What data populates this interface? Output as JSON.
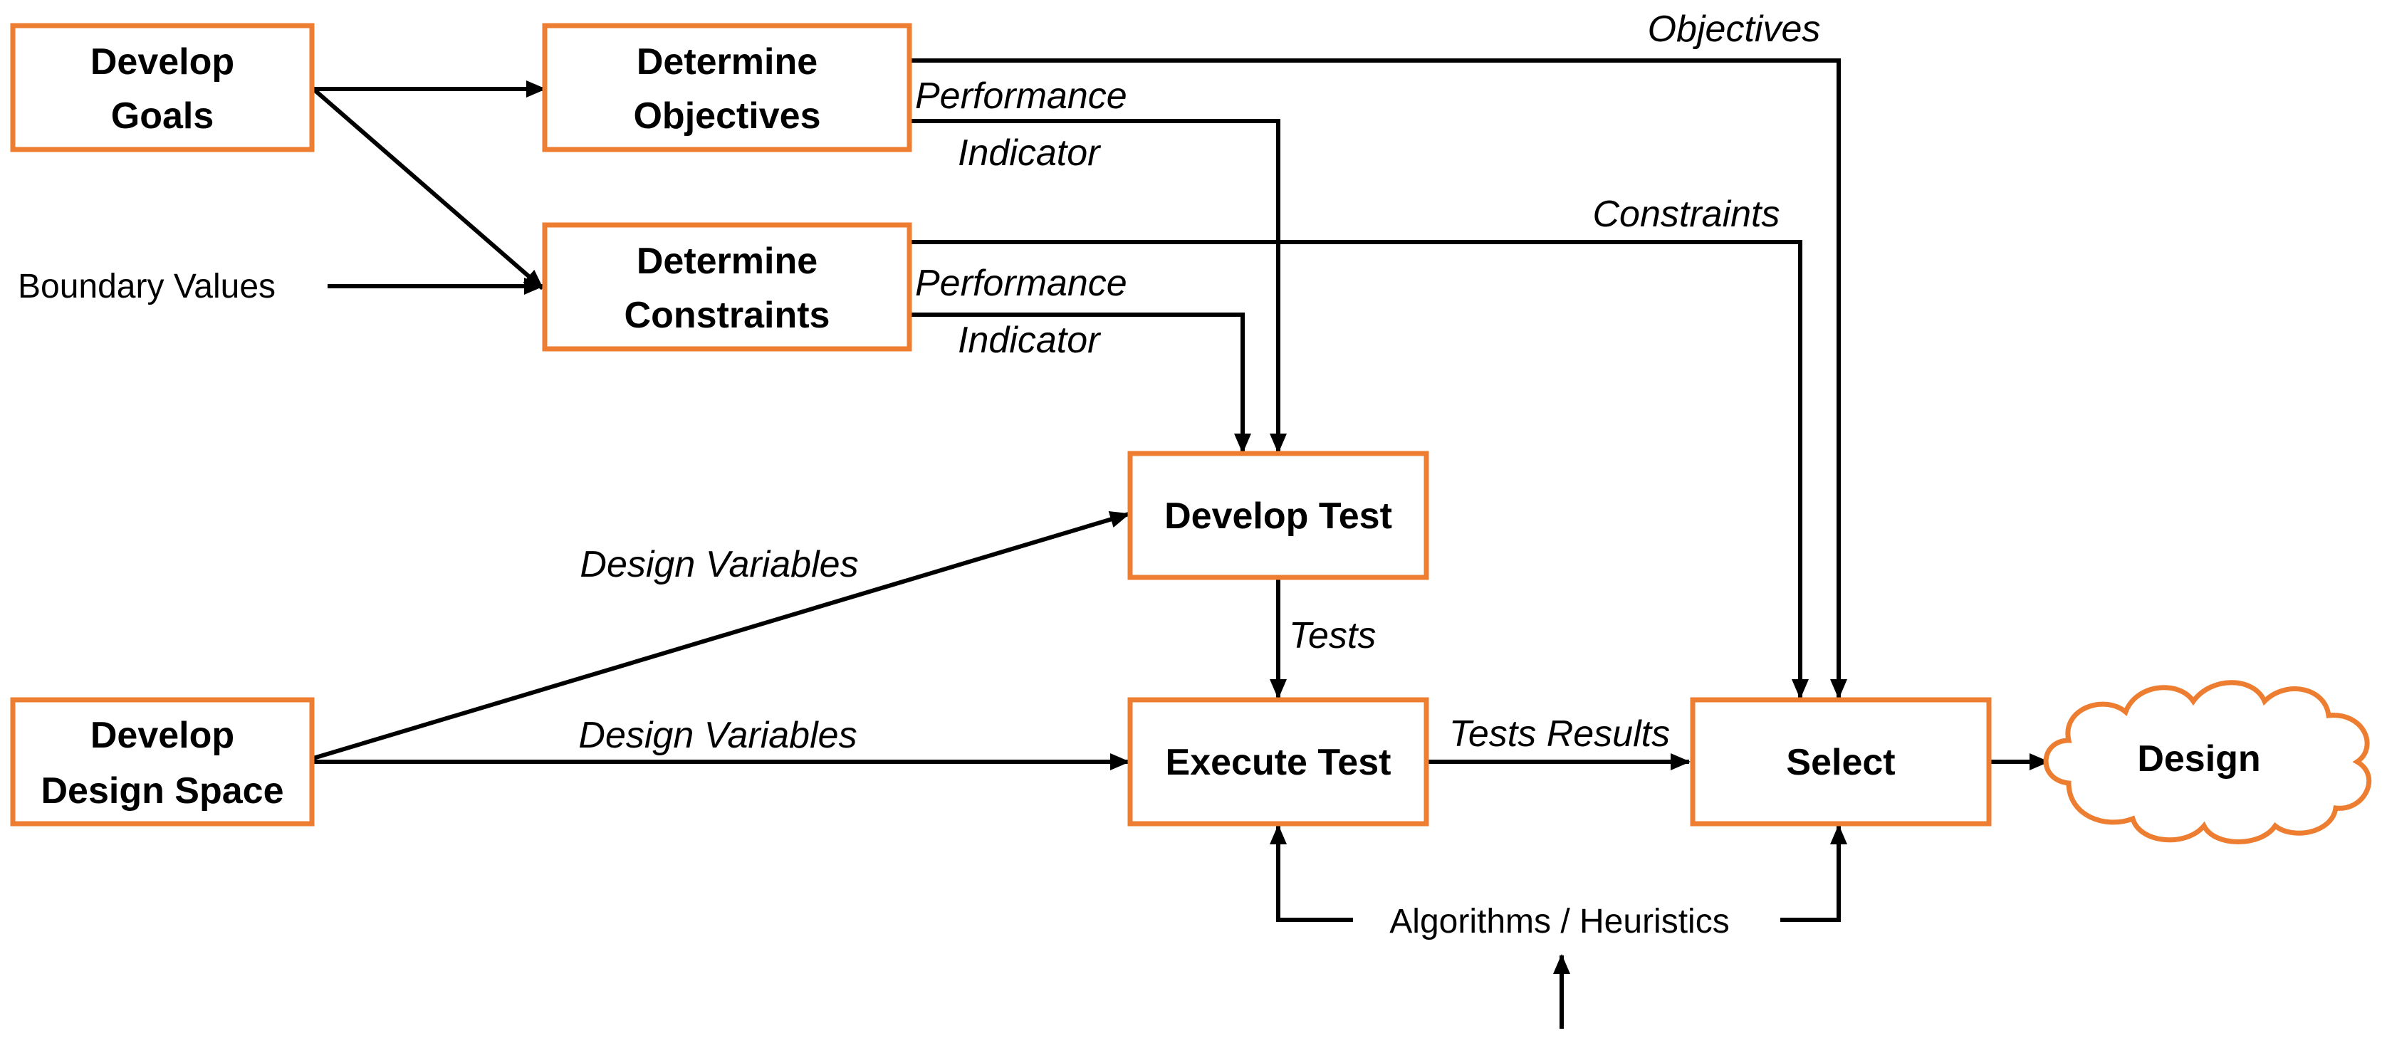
{
  "colors": {
    "box_border": "#ED7D31",
    "arrow": "#000000",
    "background": "#ffffff"
  },
  "boxes": {
    "develop_goals": [
      "Develop",
      "Goals"
    ],
    "determine_objectives": [
      "Determine",
      "Objectives"
    ],
    "determine_constraints": [
      "Determine",
      "Constraints"
    ],
    "develop_test": "Develop Test",
    "develop_design_space": [
      "Develop",
      "Design Space"
    ],
    "execute_test": "Execute Test",
    "select": "Select",
    "design": "Design"
  },
  "labels": {
    "boundary_values": "Boundary  Values",
    "objectives": "Objectives",
    "constraints": "Constraints",
    "performance_indicator_1": [
      "Performance",
      "Indicator"
    ],
    "performance_indicator_2": [
      "Performance",
      "Indicator"
    ],
    "design_variables_1": "Design Variables",
    "design_variables_2": "Design Variables",
    "tests": "Tests",
    "tests_results": "Tests Results",
    "algorithms_heuristics": "Algorithms / Heuristics"
  }
}
